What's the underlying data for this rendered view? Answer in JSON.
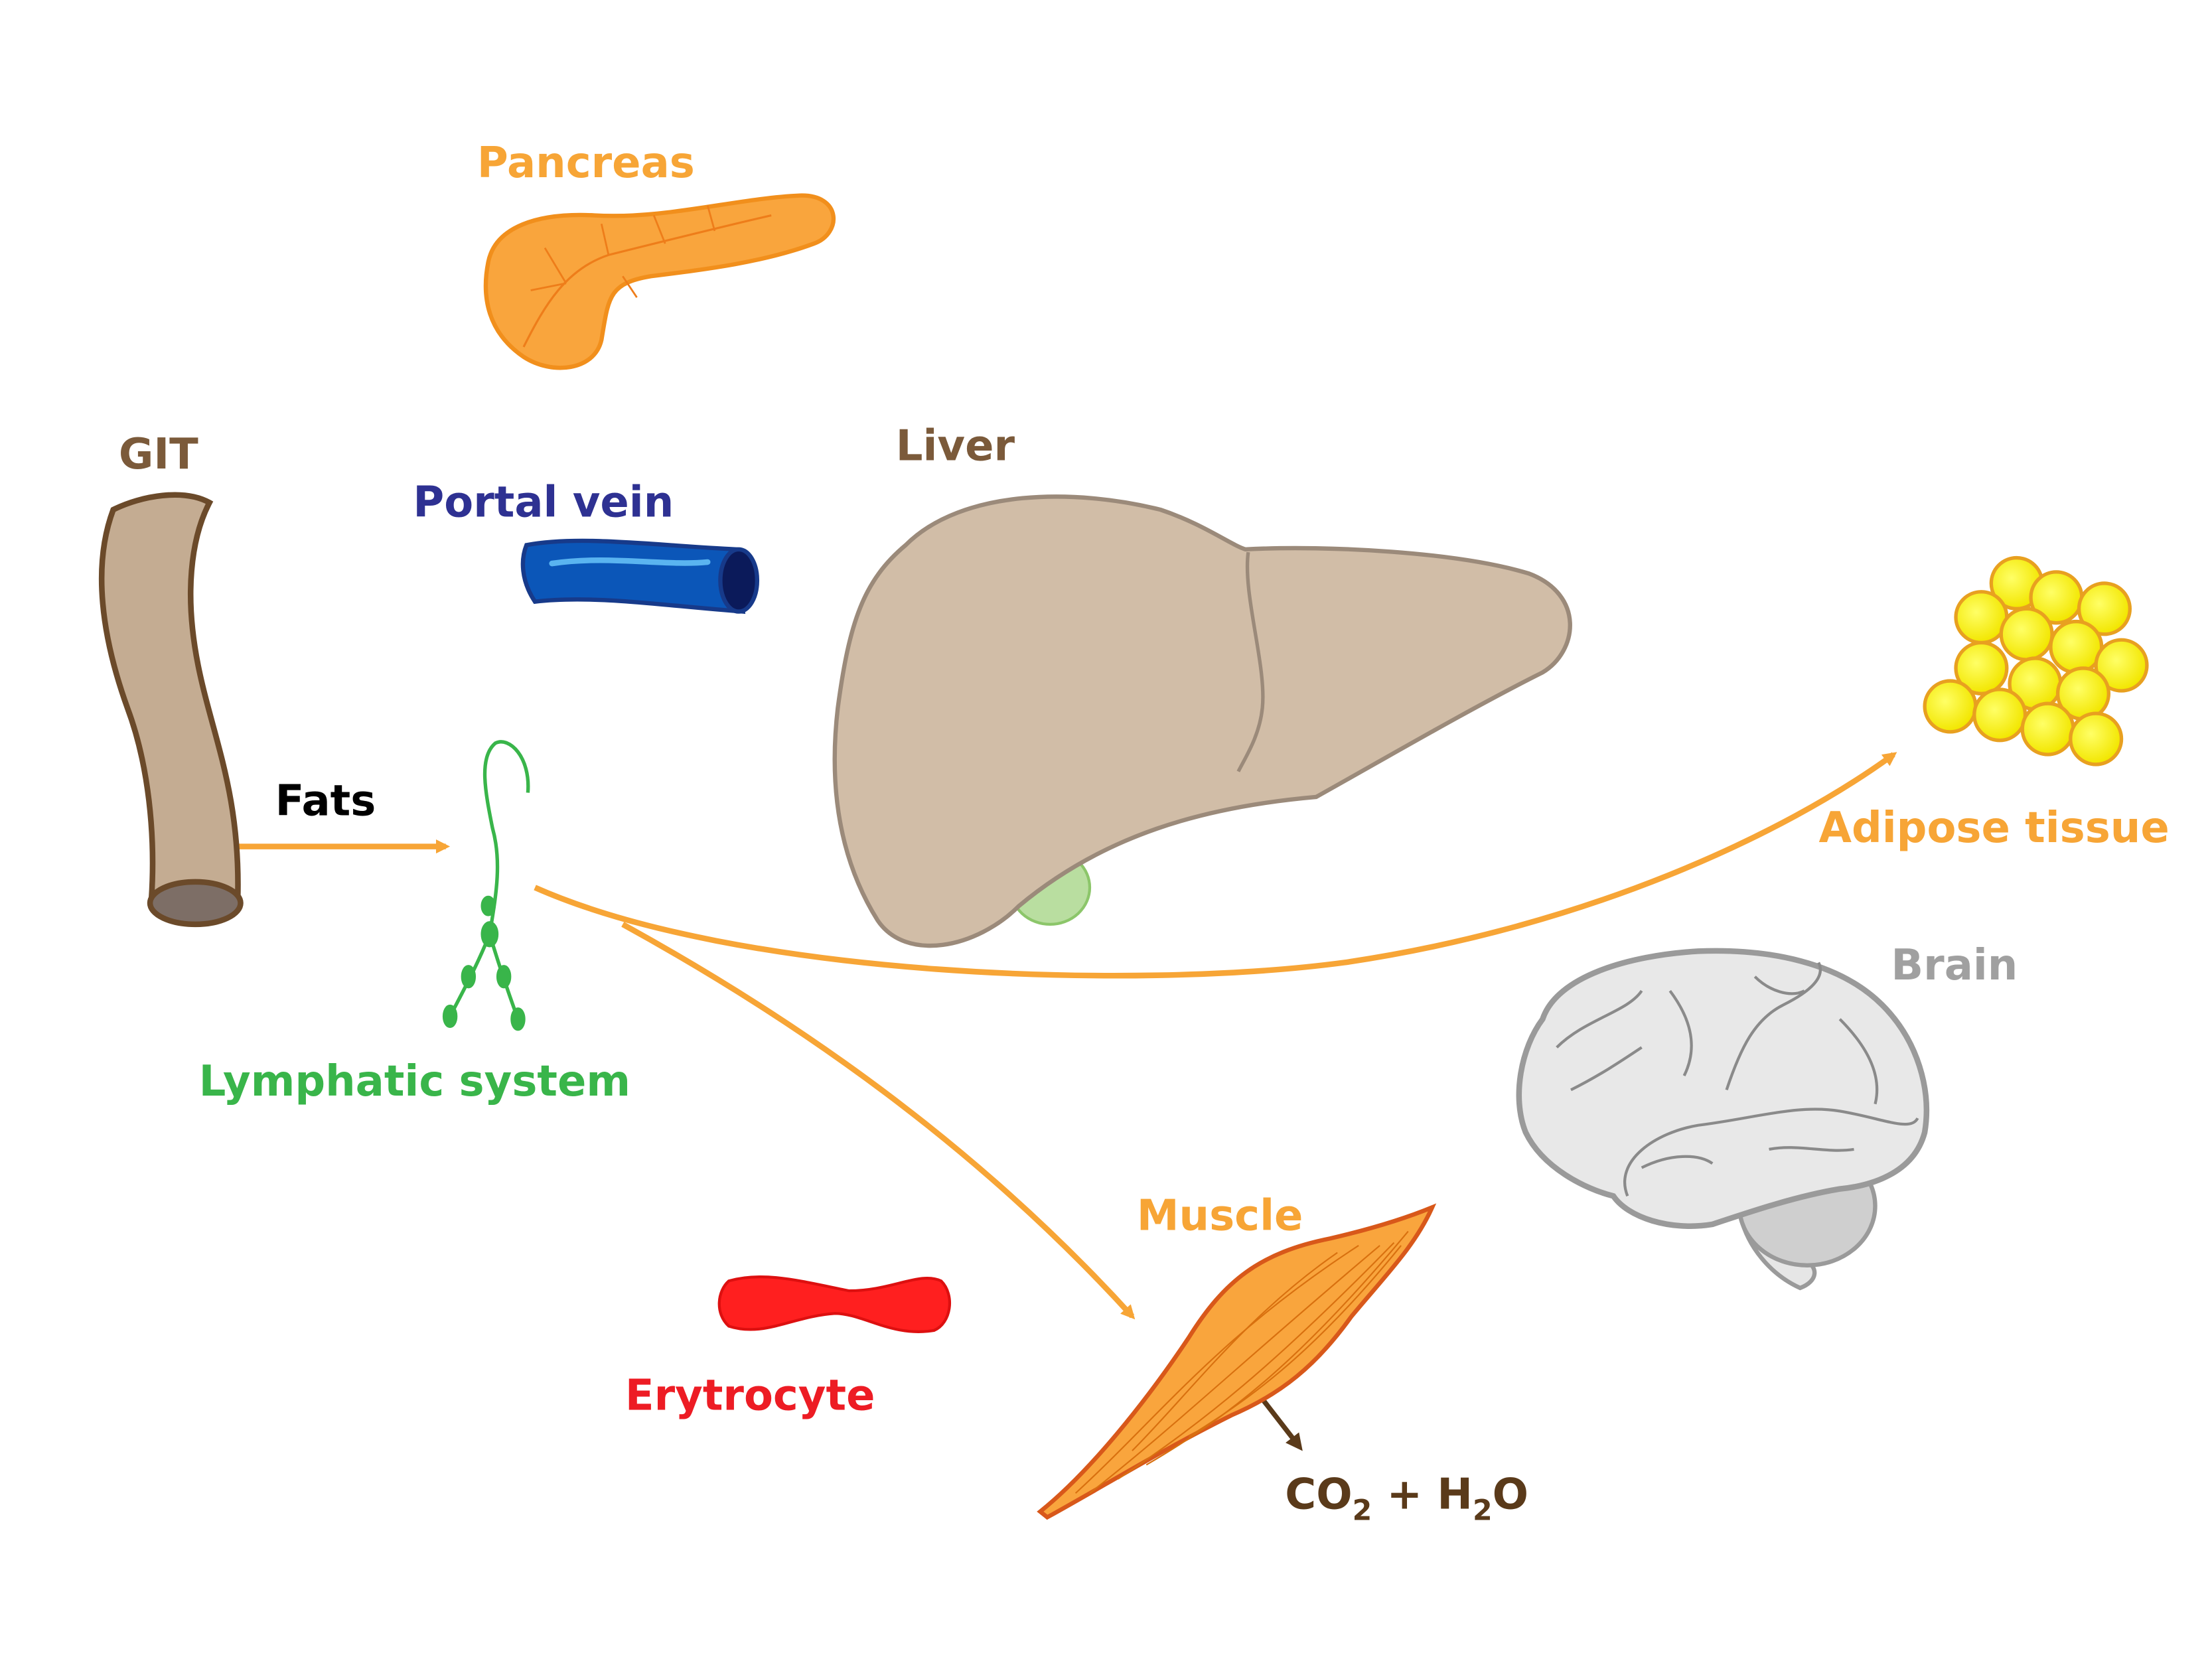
{
  "labels": {
    "pancreas": "Pancreas",
    "git": "GIT",
    "portal_vein": "Portal vein",
    "liver": "Liver",
    "adipose_tissue": "Adipose tissue",
    "fats": "Fats",
    "lymphatic_system": "Lymphatic system",
    "brain": "Brain",
    "muscle": "Muscle",
    "erytrocyte": "Erytrocyte",
    "products": {
      "co": "CO",
      "sub1": "2",
      "plus": " + H",
      "sub2": "2",
      "o": "O"
    }
  },
  "colors": {
    "pancreas": "#f7a536",
    "git": "#7b5a3a",
    "portal_vein": "#2e3192",
    "liver": "#7b5a3a",
    "adipose": "#f7a536",
    "fats": "#000000",
    "lymphatic": "#39b54a",
    "brain": "#a0a0a0",
    "muscle": "#f7a536",
    "erytrocyte": "#ed1c24",
    "products": "#5a3a1a",
    "flow_arrow": "#f7a536"
  },
  "icons": [
    "pancreas-icon",
    "git-icon",
    "portal-vein-icon",
    "liver-icon",
    "adipose-icon",
    "lymphatic-icon",
    "brain-icon",
    "muscle-icon",
    "erytrocyte-icon"
  ]
}
